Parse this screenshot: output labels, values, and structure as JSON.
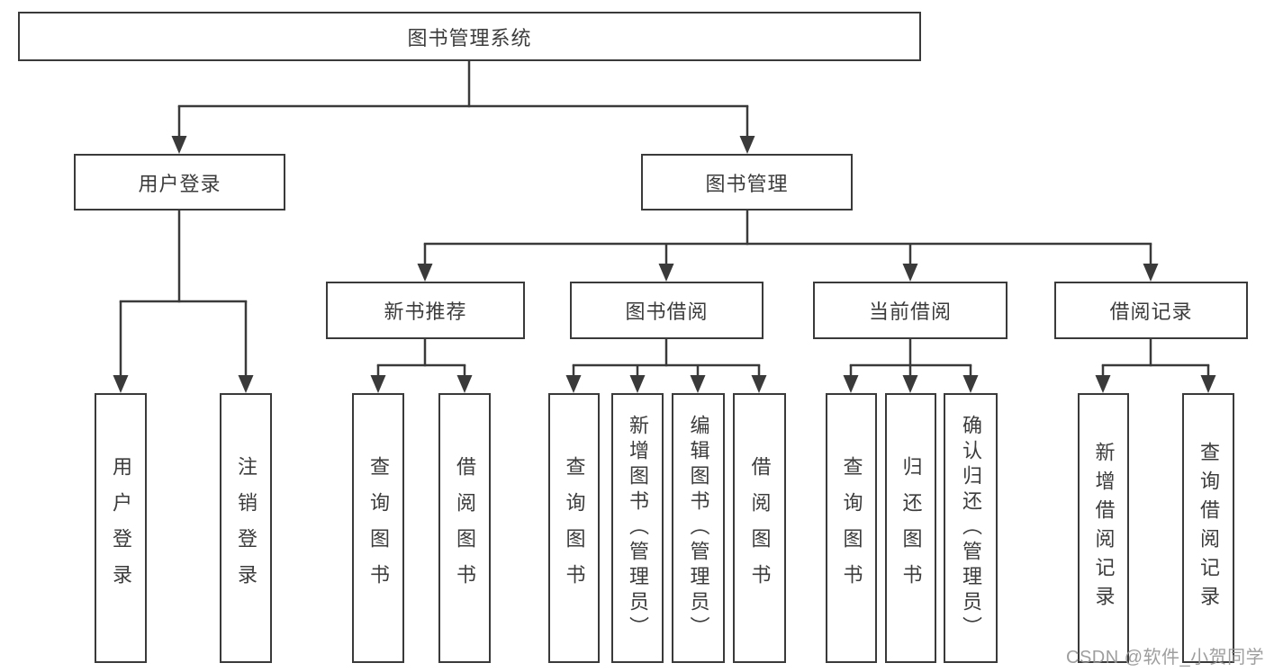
{
  "colors": {
    "line": "#3a3a3a",
    "text": "#3c3c3c",
    "box_background": "#ffffff",
    "watermark": "#949494"
  },
  "watermark": "CSDN @软件_小贺同学",
  "tree": {
    "root": {
      "label": "图书管理系统"
    },
    "branches": [
      {
        "label": "用户登录",
        "children": [
          {
            "label": "用户登录"
          },
          {
            "label": "注销登录"
          }
        ]
      },
      {
        "label": "图书管理",
        "groups": [
          {
            "label": "新书推荐",
            "children": [
              {
                "label": "查询图书"
              },
              {
                "label": "借阅图书"
              }
            ]
          },
          {
            "label": "图书借阅",
            "children": [
              {
                "label": "查询图书"
              },
              {
                "label": "新增图书（管理员）"
              },
              {
                "label": "编辑图书（管理员）"
              },
              {
                "label": "借阅图书"
              }
            ]
          },
          {
            "label": "当前借阅",
            "children": [
              {
                "label": "查询图书"
              },
              {
                "label": "归还图书"
              },
              {
                "label": "确认归还（管理员）"
              }
            ]
          },
          {
            "label": "借阅记录",
            "children": [
              {
                "label": "新增借阅记录"
              },
              {
                "label": "查询借阅记录"
              }
            ]
          }
        ]
      }
    ]
  }
}
